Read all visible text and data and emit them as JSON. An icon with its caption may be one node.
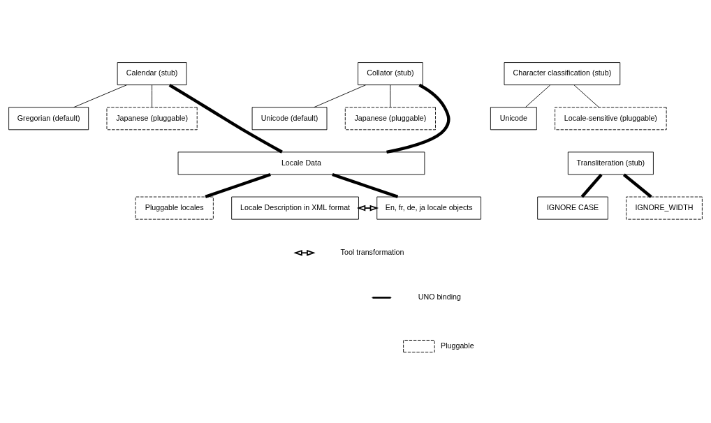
{
  "diagram": {
    "nodes": [
      {
        "text": [
          "Calendar (stub)"
        ]
      },
      {
        "text": [
          "Gregorian (default)"
        ]
      },
      {
        "text": [
          "Japanese (pluggable)"
        ]
      },
      {
        "text": [
          "Collator (stub)"
        ]
      },
      {
        "text": [
          "Unicode (default)"
        ]
      },
      {
        "text": [
          "Japanese (pluggable)"
        ]
      },
      {
        "text": [
          "Character classification (stub)"
        ]
      },
      {
        "text": [
          "Unicode"
        ]
      },
      {
        "text": [
          "Locale-sensitive (pluggable)"
        ]
      },
      {
        "text": [
          "Locale Data"
        ]
      },
      {
        "text": [
          "Transliteration (stub)"
        ]
      },
      {
        "text": [
          "IGNORE CASE"
        ]
      },
      {
        "text": [
          "IGNORE_WIDTH"
        ]
      },
      {
        "text": [
          "Pluggable locales"
        ]
      },
      {
        "text": [
          "Locale Description in XML format"
        ]
      },
      {
        "text": [
          "En, fr, de, ja locale objects"
        ]
      }
    ],
    "edges": [
      {
        "from": 0,
        "to": 1,
        "arrow": "none"
      },
      {
        "from": 0,
        "to": 2,
        "arrow": "none"
      },
      {
        "from": 0,
        "to": 9,
        "arrow": "none",
        "style": "thick"
      },
      {
        "from": 3,
        "to": 4,
        "arrow": "none"
      },
      {
        "from": 3,
        "to": 5,
        "arrow": "none"
      },
      {
        "from": 3,
        "to": 9,
        "arrow": "none",
        "style": "thick"
      },
      {
        "from": 6,
        "to": 7,
        "arrow": "none"
      },
      {
        "from": 6,
        "to": 8,
        "arrow": "none"
      },
      {
        "from": 9,
        "to": 13,
        "arrow": "none",
        "style": "thick"
      },
      {
        "from": 9,
        "to": 15,
        "arrow": "none",
        "style": "thick"
      },
      {
        "from": 10,
        "to": 11,
        "arrow": "none",
        "style": "thick"
      },
      {
        "from": 10,
        "to": 12,
        "arrow": "none",
        "style": "thick"
      },
      {
        "from": 14,
        "to": 15,
        "arrow": "both"
      }
    ],
    "legend": [
      {
        "text": "Tool transformation"
      },
      {
        "text": "UNO binding"
      },
      {
        "text": "Pluggable"
      }
    ]
  }
}
